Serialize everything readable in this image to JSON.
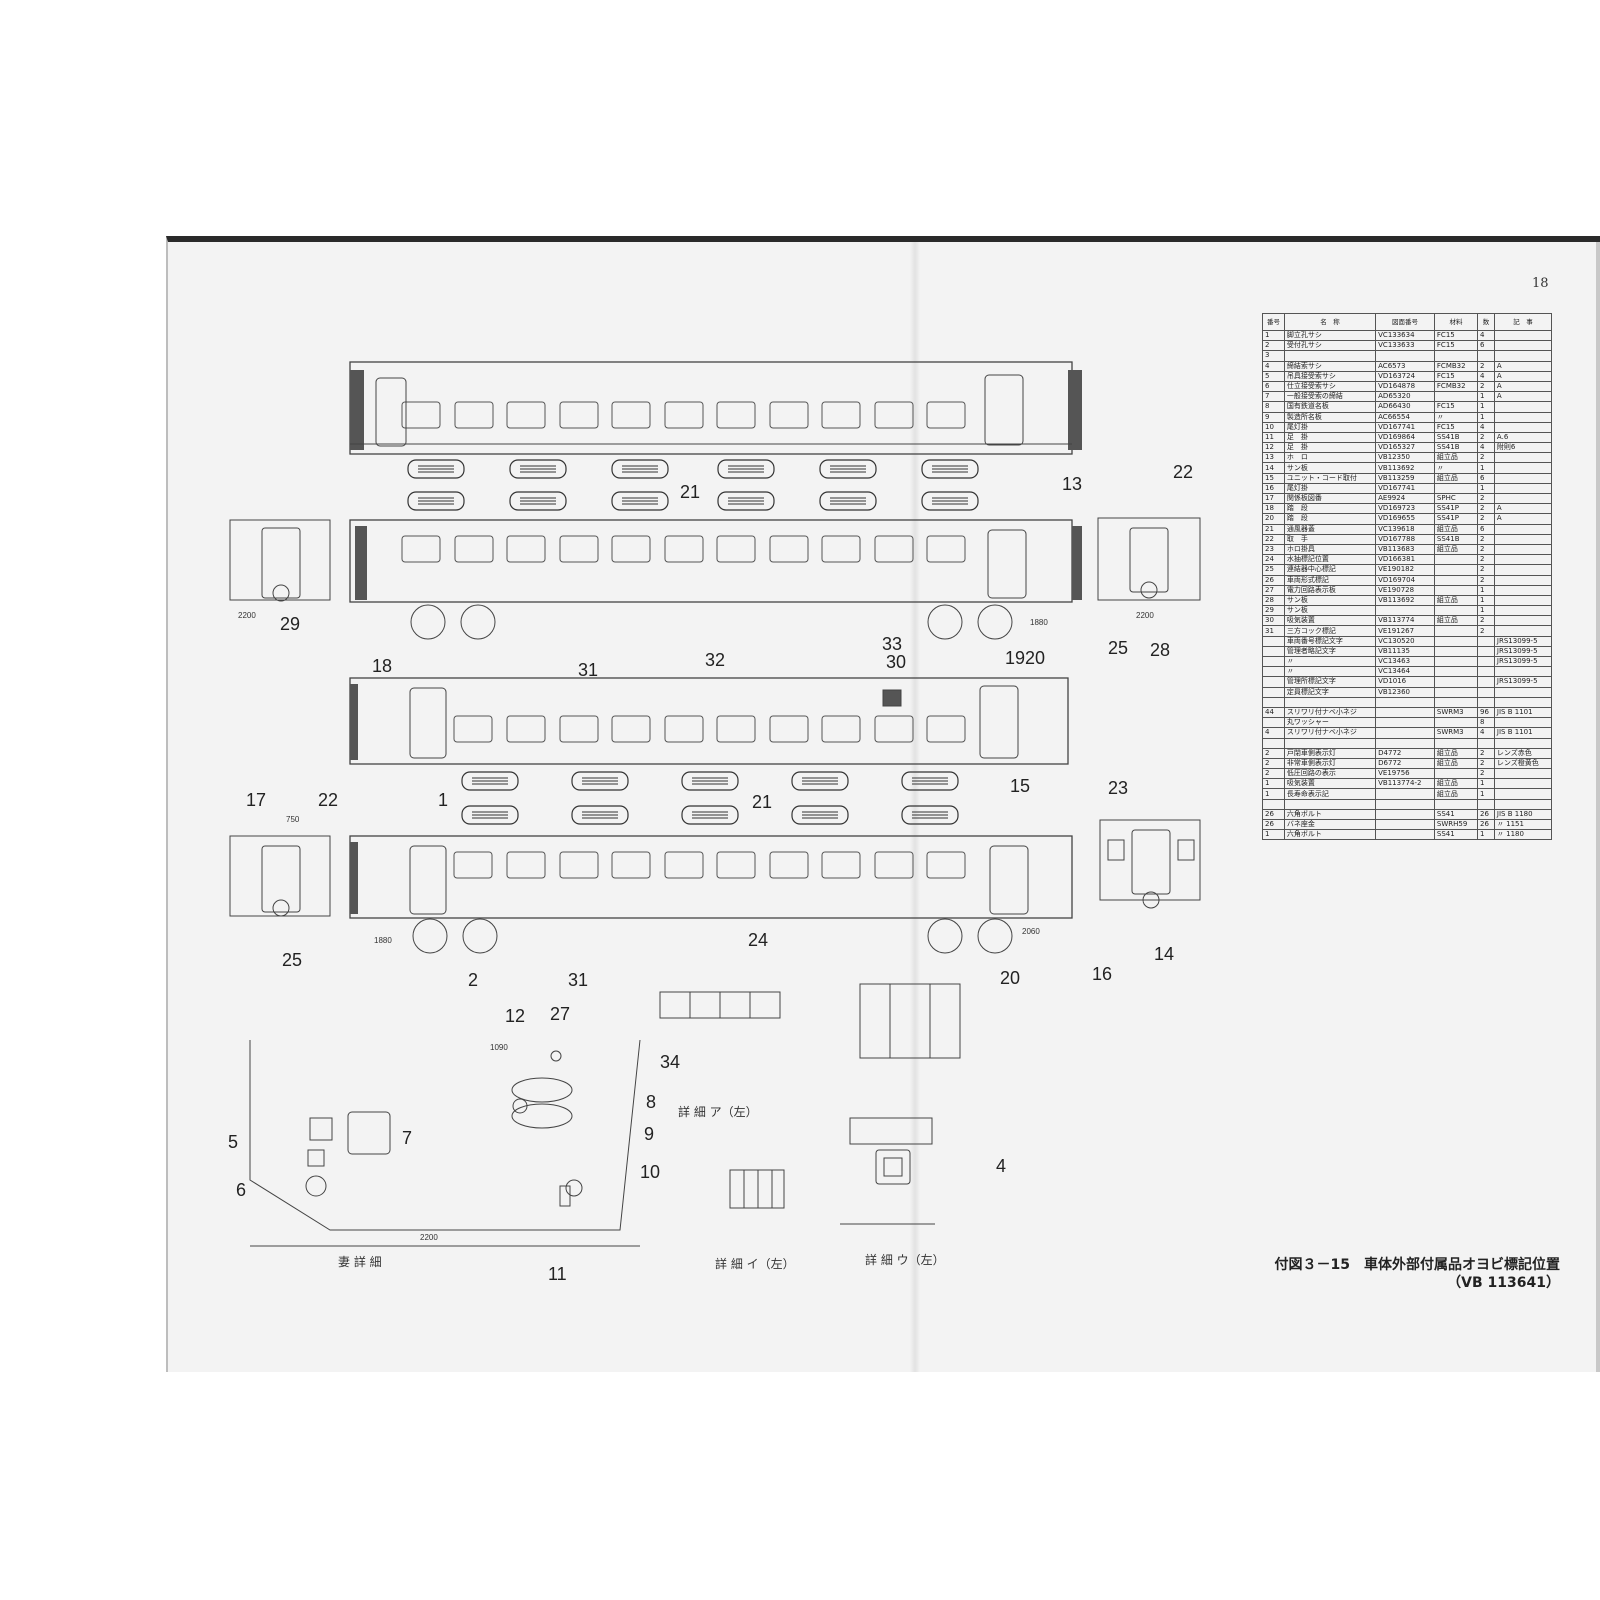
{
  "page_number": "18",
  "caption": {
    "title": "付図３－15　車体外部付属品オヨビ標記位置",
    "drawing_no": "（VB 113641）"
  },
  "callouts": {
    "c13": "13",
    "c22a": "22",
    "c29": "29",
    "c18": "18",
    "c31a": "31",
    "c33": "33",
    "c32": "32",
    "c30": "30",
    "c1920": "1920",
    "c25a": "25",
    "c28": "28",
    "c21a": "21",
    "c21b": "21",
    "c15": "15",
    "c23": "23",
    "c17": "17",
    "c22b": "22",
    "c1": "1",
    "c25b": "25",
    "c24": "24",
    "c2": "2",
    "c31b": "31",
    "c20": "20",
    "c16": "16",
    "c14": "14",
    "c12": "12",
    "c27": "27",
    "c34": "34",
    "c8": "8",
    "c9": "9",
    "c10": "10",
    "c11": "11",
    "c5": "5",
    "c7": "7",
    "c6": "6",
    "c4": "4"
  },
  "detail_labels": {
    "tsuma": "妻 詳 細",
    "a": "詳 細 ア（左）",
    "i": "詳 細 イ（左）",
    "u": "詳 細 ウ（左）"
  },
  "annotations": {
    "dim_2200a": "2200",
    "dim_2200b": "2200",
    "dim_1880a": "1880",
    "dim_1880b": "1880",
    "dim_2060": "2060",
    "dim_1090": "1090",
    "dim_2200c": "2200",
    "dim_750": "750"
  },
  "table": {
    "headers": [
      "番号",
      "名　称",
      "図面番号",
      "材料",
      "数",
      "記　事"
    ],
    "rows": [
      [
        "1",
        "脚立孔サシ",
        "VC133634",
        "FC15",
        "4",
        ""
      ],
      [
        "2",
        "受付孔サシ",
        "VC133633",
        "FC15",
        "6",
        ""
      ],
      [
        "3",
        "",
        "",
        "",
        "",
        ""
      ],
      [
        "4",
        "締結索サシ",
        "AC6573",
        "FCMB32",
        "2",
        "A"
      ],
      [
        "5",
        "吊具接受索サシ",
        "VD163724",
        "FC15",
        "4",
        "A"
      ],
      [
        "6",
        "仕立接受索サシ",
        "VD164878",
        "FCMB32",
        "2",
        "A"
      ],
      [
        "7",
        "一般接受索の締結",
        "AD65320",
        "",
        "1",
        "A"
      ],
      [
        "8",
        "国有鉄道名板",
        "AD66430",
        "FC15",
        "1",
        ""
      ],
      [
        "9",
        "製造所名板",
        "AC66554",
        "〃",
        "1",
        ""
      ],
      [
        "10",
        "尾灯掛",
        "VD167741",
        "FC15",
        "4",
        ""
      ],
      [
        "11",
        "足　掛",
        "VD169864",
        "SS41B",
        "2",
        "A.6"
      ],
      [
        "12",
        "足　掛",
        "VD165327",
        "SS41B",
        "4",
        "附則6"
      ],
      [
        "13",
        "ホ　ロ",
        "VB12350",
        "組立品",
        "2",
        ""
      ],
      [
        "14",
        "サン板",
        "VB113692",
        "〃",
        "1",
        ""
      ],
      [
        "15",
        "ユニット・コード取付",
        "VB113259",
        "組立品",
        "6",
        ""
      ],
      [
        "16",
        "尾灯掛",
        "VD167741",
        "",
        "1",
        ""
      ],
      [
        "17",
        "関係板図番",
        "AE9924",
        "SPHC",
        "2",
        ""
      ],
      [
        "18",
        "踏　段",
        "VD169723",
        "SS41P",
        "2",
        "A"
      ],
      [
        "20",
        "踏　段",
        "VD169655",
        "SS41P",
        "2",
        "A"
      ],
      [
        "21",
        "通風器蓋",
        "VC139618",
        "組立品",
        "6",
        ""
      ],
      [
        "22",
        "取　手",
        "VD167788",
        "SS41B",
        "2",
        ""
      ],
      [
        "23",
        "ホロ掛具",
        "VB113683",
        "組立品",
        "2",
        ""
      ],
      [
        "24",
        "水抽標記位置",
        "VD166381",
        "",
        "2",
        ""
      ],
      [
        "25",
        "連結器中心標記",
        "VE190182",
        "",
        "2",
        ""
      ],
      [
        "26",
        "車両形式標記",
        "VD169704",
        "",
        "2",
        ""
      ],
      [
        "27",
        "電力回路表示板",
        "VE190728",
        "",
        "1",
        ""
      ],
      [
        "28",
        "サン板",
        "VB113692",
        "組立品",
        "1",
        ""
      ],
      [
        "29",
        "サン板",
        "",
        "",
        "1",
        ""
      ],
      [
        "30",
        "吸気装置",
        "VB113774",
        "組立品",
        "2",
        ""
      ],
      [
        "31",
        "三方コック標記",
        "VE191267",
        "",
        "2",
        ""
      ],
      [
        "",
        "車両番号標記文字",
        "VC130520",
        "",
        "",
        "JRS13099-5"
      ],
      [
        "",
        "管理者略記文字",
        "VB11135",
        "",
        "",
        "JRS13099-5"
      ],
      [
        "",
        "〃",
        "VC13463",
        "",
        "",
        "JRS13099-5"
      ],
      [
        "",
        "〃",
        "VC13464",
        "",
        "",
        ""
      ],
      [
        "",
        "管理所標記文字",
        "VD1016",
        "",
        "",
        "JRS13099-5"
      ],
      [
        "",
        "定員標記文字",
        "VB12360",
        "",
        "",
        ""
      ],
      [
        "",
        "",
        "",
        "",
        "",
        ""
      ],
      [
        "44",
        "スリワリ付ナベ小ネジ",
        "",
        "SWRM3",
        "96",
        "JIS B 1101"
      ],
      [
        "",
        "丸ワッシャー",
        "",
        "",
        "8",
        ""
      ],
      [
        "4",
        "スリワリ付ナベ小ネジ",
        "",
        "SWRM3",
        "4",
        "JIS B 1101"
      ],
      [
        "",
        "",
        "",
        "",
        "",
        ""
      ],
      [
        "2",
        "戸閉車側表示灯",
        "D4772",
        "組立品",
        "2",
        "レンズ赤色"
      ],
      [
        "2",
        "非常車側表示灯",
        "D6772",
        "組立品",
        "2",
        "レンズ橙黄色"
      ],
      [
        "2",
        "低圧回路の表示",
        "VE19756",
        "",
        "2",
        ""
      ],
      [
        "1",
        "吸気装置",
        "VB113774-2",
        "組立品",
        "1",
        ""
      ],
      [
        "1",
        "長寿命表示記",
        "",
        "組立品",
        "1",
        ""
      ],
      [
        "",
        "",
        "",
        "",
        "",
        ""
      ],
      [
        "26",
        "六角ボルト",
        "",
        "SS41",
        "26",
        "JIS B 1180"
      ],
      [
        "26",
        "バネ座金",
        "",
        "SWRH59",
        "26",
        "〃 1151"
      ],
      [
        "1",
        "六角ボルト",
        "",
        "SS41",
        "1",
        "〃 1180"
      ]
    ]
  }
}
